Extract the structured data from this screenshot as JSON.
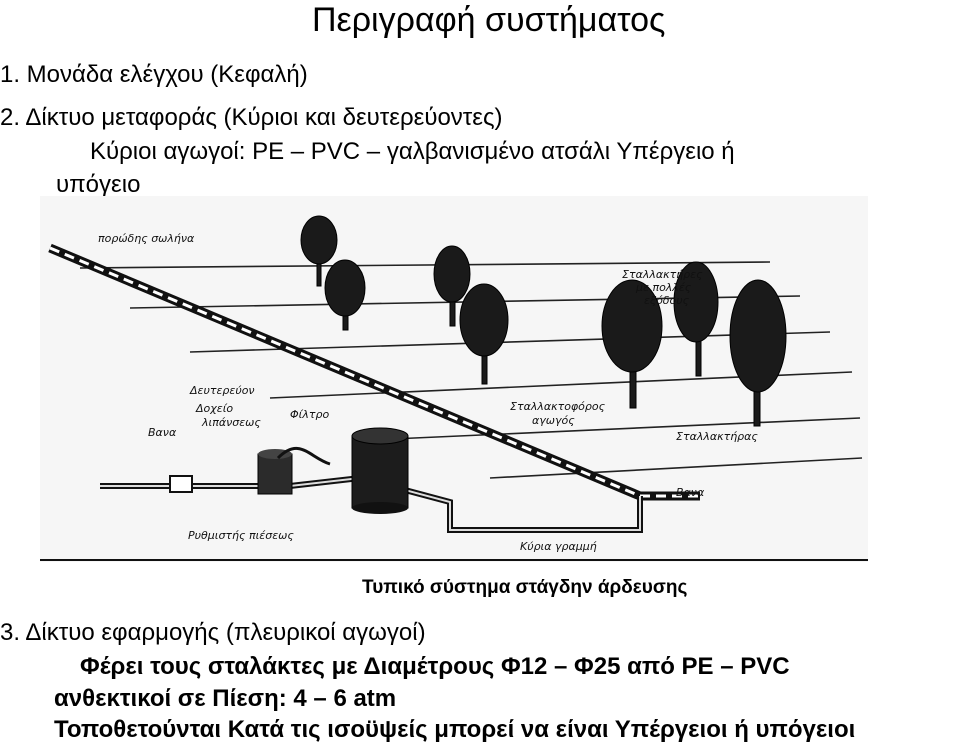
{
  "title": "Περιγραφή συστήματος",
  "item1": "1.  Μονάδα ελέγχου (Κεφαλή)",
  "item2": {
    "heading": "2.  Δίκτυο μεταφοράς (Κύριοι και δευτερεύοντες)",
    "line1": "Κύριοι αγωγοί:  PE – PVC – γαλβανισμένο ατσάλι Υπέργειο ή",
    "line2": "υπόγειο"
  },
  "figure": {
    "labels": {
      "porous_pipe": "πορώδης σωλήνα",
      "drippers_multi": [
        "Σταλλακτήρες",
        "με πολλές",
        "εξόδους"
      ],
      "secondary": "Δευτερεύον",
      "tank": [
        "Δοχείο",
        "λιπάνσεως"
      ],
      "filter": "Φίλτρο",
      "valve_left": "Βανα",
      "drip_pipe": [
        "Σταλλακτοφόρος",
        "αγωγός"
      ],
      "dripper": "Σταλλακτήρας",
      "valve_right": "Βανα",
      "regulator": "Ρυθμιστής πιέσεως",
      "main_line": "Κύρια γραμμή"
    },
    "caption": "Τυπικό σύστημα στάγδην άρδευσης"
  },
  "item3": {
    "heading": "3.  Δίκτυο εφαρμογής (πλευρικοί αγωγοί)",
    "line1": "Φέρει τους σταλάκτες με Διαμέτρους Φ12 – Φ25 από PE – PVC",
    "line2": "ανθεκτικοί  σε Πίεση: 4 – 6 atm",
    "line3": "Τοποθετούνται Κατά τις ισοϋψείς μπορεί να είναι  Υπέργειοι ή υπόγειοι"
  }
}
